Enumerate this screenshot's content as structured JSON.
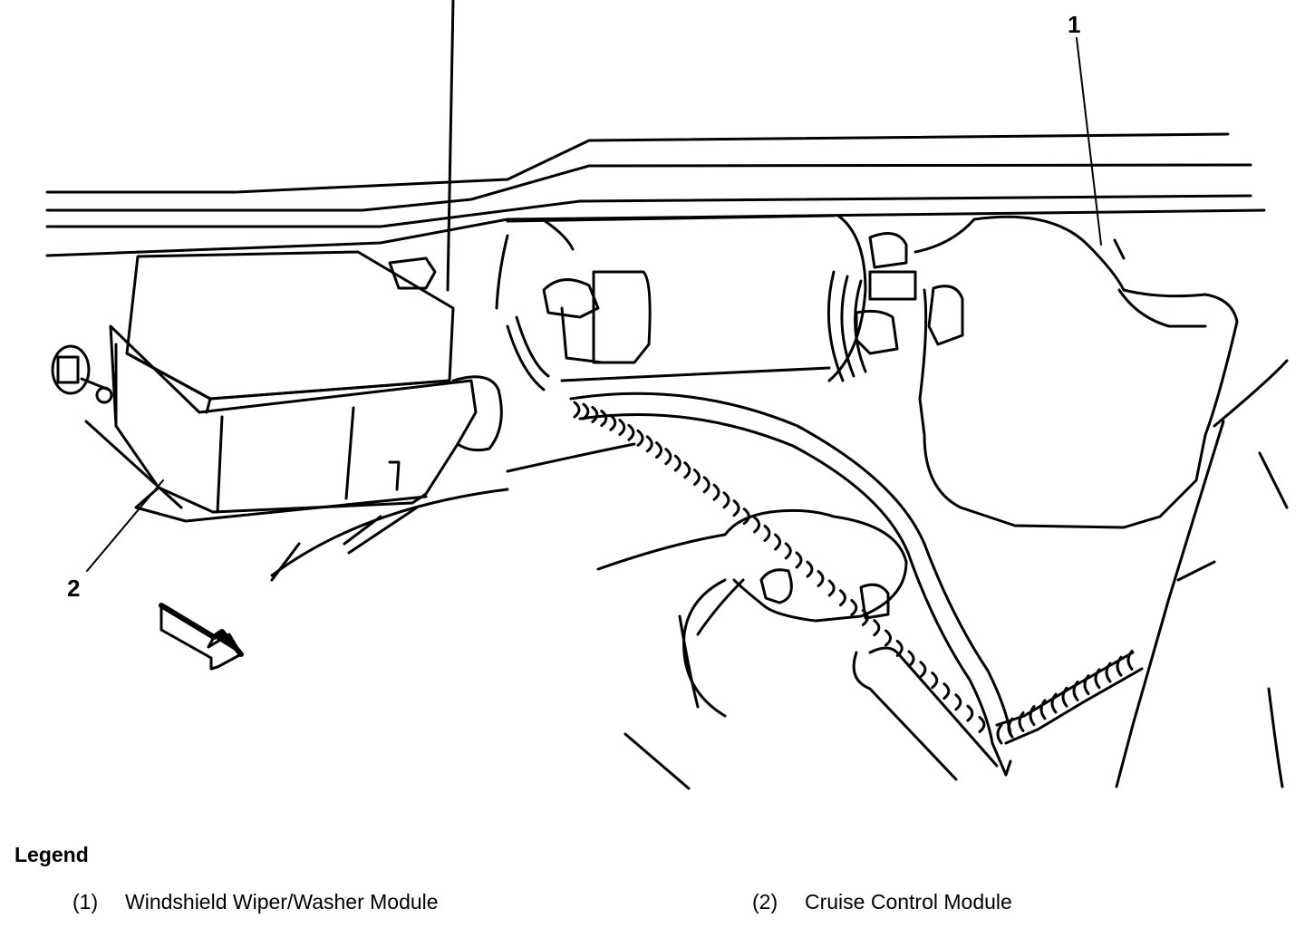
{
  "diagram": {
    "callouts": [
      {
        "id": "1",
        "label": "1"
      },
      {
        "id": "2",
        "label": "2"
      }
    ],
    "direction_arrow": "front-of-vehicle-arrow-icon",
    "line_color": "#000000",
    "background_color": "#ffffff"
  },
  "legend": {
    "title": "Legend",
    "items": [
      {
        "number": "(1)",
        "label": "Windshield Wiper/Washer Module"
      },
      {
        "number": "(2)",
        "label": "Cruise Control Module"
      }
    ]
  }
}
